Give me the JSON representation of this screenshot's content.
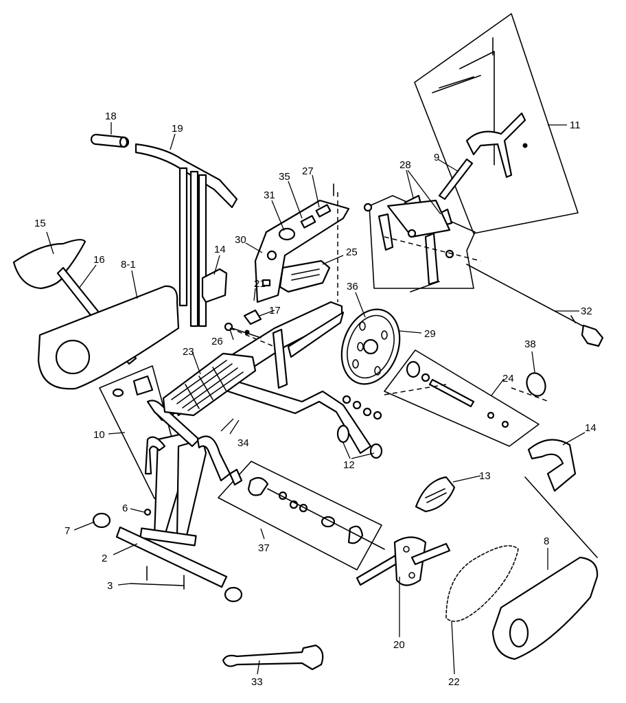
{
  "callouts": [
    {
      "id": "c1",
      "label": "18"
    },
    {
      "id": "c2",
      "label": "19"
    },
    {
      "id": "c3",
      "label": "15"
    },
    {
      "id": "c4",
      "label": "16"
    },
    {
      "id": "c5",
      "label": "8-1"
    },
    {
      "id": "c6",
      "label": "14"
    },
    {
      "id": "c7",
      "label": "35"
    },
    {
      "id": "c8",
      "label": "27"
    },
    {
      "id": "c9",
      "label": "31"
    },
    {
      "id": "c10",
      "label": "30"
    },
    {
      "id": "c11",
      "label": "25"
    },
    {
      "id": "c12",
      "label": "21"
    },
    {
      "id": "c13",
      "label": "17"
    },
    {
      "id": "c14",
      "label": "26"
    },
    {
      "id": "c15",
      "label": "23"
    },
    {
      "id": "c16",
      "label": "36"
    },
    {
      "id": "c17",
      "label": "29"
    },
    {
      "id": "c18",
      "label": "28"
    },
    {
      "id": "c19",
      "label": "9"
    },
    {
      "id": "c20",
      "label": "11"
    },
    {
      "id": "c21",
      "label": "32"
    },
    {
      "id": "c22",
      "label": "38"
    },
    {
      "id": "c23",
      "label": "24"
    },
    {
      "id": "c24",
      "label": "14"
    },
    {
      "id": "c25",
      "label": "10"
    },
    {
      "id": "c26",
      "label": "34"
    },
    {
      "id": "c27",
      "label": "12"
    },
    {
      "id": "c28",
      "label": "13"
    },
    {
      "id": "c29",
      "label": "6"
    },
    {
      "id": "c30",
      "label": "7"
    },
    {
      "id": "c31",
      "label": "37"
    },
    {
      "id": "c32",
      "label": "2"
    },
    {
      "id": "c33",
      "label": "3"
    },
    {
      "id": "c34",
      "label": "8"
    },
    {
      "id": "c35",
      "label": "20"
    },
    {
      "id": "c36",
      "label": "22"
    },
    {
      "id": "c37",
      "label": "33"
    }
  ]
}
